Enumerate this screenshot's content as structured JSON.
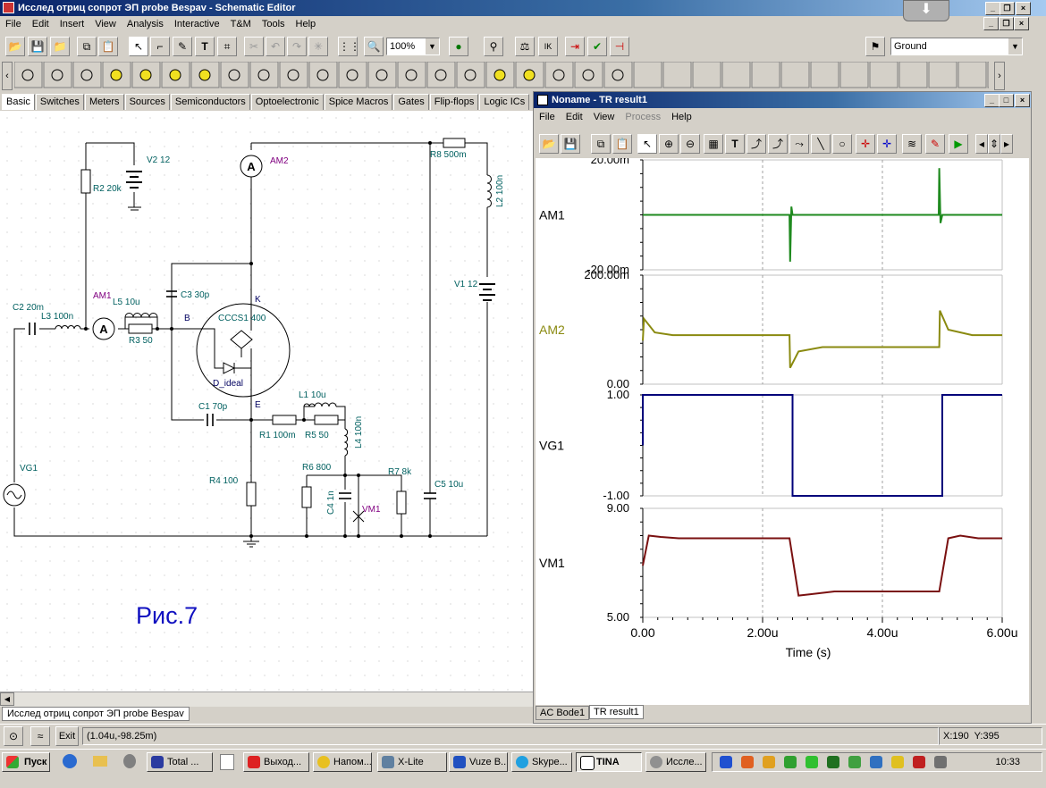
{
  "window": {
    "title": "Исслед отриц сопрот ЭП probe Bespav - Schematic Editor"
  },
  "menu": [
    "File",
    "Edit",
    "Insert",
    "View",
    "Analysis",
    "Interactive",
    "T&M",
    "Tools",
    "Help"
  ],
  "toolbar": {
    "zoom": "100%",
    "ground_select": "Ground"
  },
  "component_tabs": [
    "Basic",
    "Switches",
    "Meters",
    "Sources",
    "Semiconductors",
    "Optoelectronic",
    "Spice Macros",
    "Gates",
    "Flip-flops",
    "Logic ICs"
  ],
  "active_tab": "Basic",
  "schematic": {
    "labels": {
      "v2": "V2 12",
      "r2": "R2 20k",
      "am2": "AM2",
      "r8": "R8 500m",
      "l2": "L2 100n",
      "v1": "V1 12",
      "c3": "C3 30p",
      "k": "K",
      "am1": "AM1",
      "l5": "L5 10u",
      "c2": "C2 20m",
      "l3": "L3 100n",
      "b": "B",
      "cccs": "CCCS1 400",
      "r3": "R3 50",
      "d": "D_ideal",
      "l1": "L1 10u",
      "c1": "C1 70p",
      "e": "E",
      "r1": "R1 100m",
      "r5": "R5 50",
      "l4": "L4 100n",
      "vg1": "VG1",
      "r6": "R6 800",
      "r7": "R7 8k",
      "c5": "C5 10u",
      "r4": "R4 100",
      "c4": "C4 1n",
      "vm1": "VM1",
      "a_sym": "A"
    },
    "caption": "Рис.7",
    "tab": "Исслед отриц сопрот ЭП probe Bespav"
  },
  "result_window": {
    "title": "Noname - TR result1",
    "menu": [
      "File",
      "Edit",
      "View",
      "Process",
      "Help"
    ],
    "tabs": [
      "AC Bode1",
      "TR result1"
    ],
    "active_tab": "TR result1"
  },
  "chart_data": {
    "type": "line",
    "xlabel": "Time (s)",
    "x_ticks": [
      "0.00",
      "2.00u",
      "4.00u",
      "6.00u"
    ],
    "xlim": [
      0,
      6e-06
    ],
    "series": [
      {
        "name": "AM1",
        "color": "#1f8a1f",
        "y_ticks": [
          "20.00m",
          "-20.00m"
        ],
        "ylim": [
          -0.02,
          0.02
        ],
        "x": [
          0,
          5e-08,
          2.45e-06,
          2.46e-06,
          2.48e-06,
          2.5e-06,
          4.94e-06,
          4.95e-06,
          4.97e-06,
          5e-06,
          6e-06
        ],
        "y": [
          0.0,
          0.0,
          0.0,
          -0.017,
          0.003,
          0.0,
          0.0,
          0.017,
          -0.003,
          0.0,
          0.0
        ]
      },
      {
        "name": "AM2",
        "color": "#8a8a10",
        "y_ticks": [
          "200.00m",
          "0.00"
        ],
        "ylim": [
          0,
          0.2
        ],
        "x": [
          0,
          2e-08,
          2e-07,
          5e-07,
          2.45e-06,
          2.46e-06,
          2.6e-06,
          3e-06,
          4.95e-06,
          4.96e-06,
          5.1e-06,
          5.5e-06,
          6e-06
        ],
        "y": [
          0.08,
          0.12,
          0.095,
          0.09,
          0.09,
          0.03,
          0.06,
          0.068,
          0.068,
          0.135,
          0.1,
          0.09,
          0.09
        ]
      },
      {
        "name": "VG1",
        "color": "#00007a",
        "y_ticks": [
          "1.00",
          "-1.00"
        ],
        "ylim": [
          -1,
          1
        ],
        "x": [
          0,
          0,
          2.5e-06,
          2.5e-06,
          5e-06,
          5e-06,
          6e-06
        ],
        "y": [
          0,
          1,
          1,
          -1,
          -1,
          1,
          1
        ]
      },
      {
        "name": "VM1",
        "color": "#7a1010",
        "y_ticks": [
          "9.00",
          "5.00"
        ],
        "ylim": [
          5,
          9
        ],
        "x": [
          0,
          1e-07,
          3e-07,
          6e-07,
          2.45e-06,
          2.6e-06,
          2.8e-06,
          3.2e-06,
          4.95e-06,
          5.1e-06,
          5.3e-06,
          5.6e-06,
          6e-06
        ],
        "y": [
          6.9,
          8.0,
          7.95,
          7.9,
          7.9,
          5.8,
          5.85,
          5.95,
          5.95,
          7.9,
          8.0,
          7.9,
          7.9
        ]
      }
    ]
  },
  "status": {
    "coords": "(1.04u,-98.25m)",
    "xy": "X:190  Y:395",
    "exit": "Exit"
  },
  "taskbar": {
    "start": "Пуск",
    "tasks": [
      "Total ...",
      "Выход...",
      "Напом...",
      "X-Lite",
      "Vuze B...",
      "Skype...",
      "TINA",
      "Иссле..."
    ],
    "active_task": "TINA",
    "clock": "10:33"
  }
}
